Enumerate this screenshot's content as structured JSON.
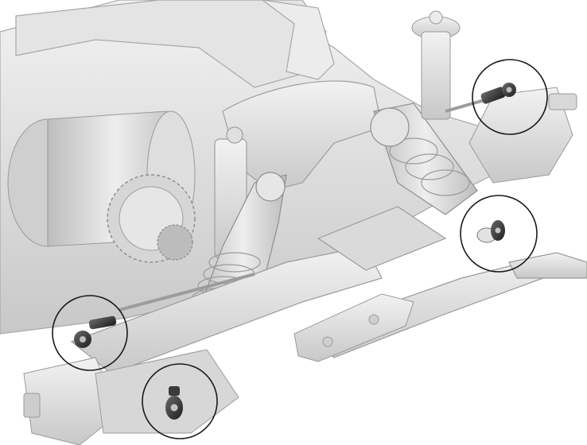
{
  "figure": {
    "style": "grayscale-3d-render",
    "highlight_color": "#1a1a1a",
    "part_color": "#d9d9d9",
    "dark_part_color": "#3a3a3a",
    "callout_count": 4
  },
  "callouts": [
    {
      "id": "upper-right",
      "part": "ball-end-rod-link-icon"
    },
    {
      "id": "middle-right",
      "part": "ball-end-shock-mount-icon"
    },
    {
      "id": "lower-left",
      "part": "ball-end-rod-link-icon"
    },
    {
      "id": "bottom-center",
      "part": "ball-end-shock-mount-icon"
    }
  ]
}
